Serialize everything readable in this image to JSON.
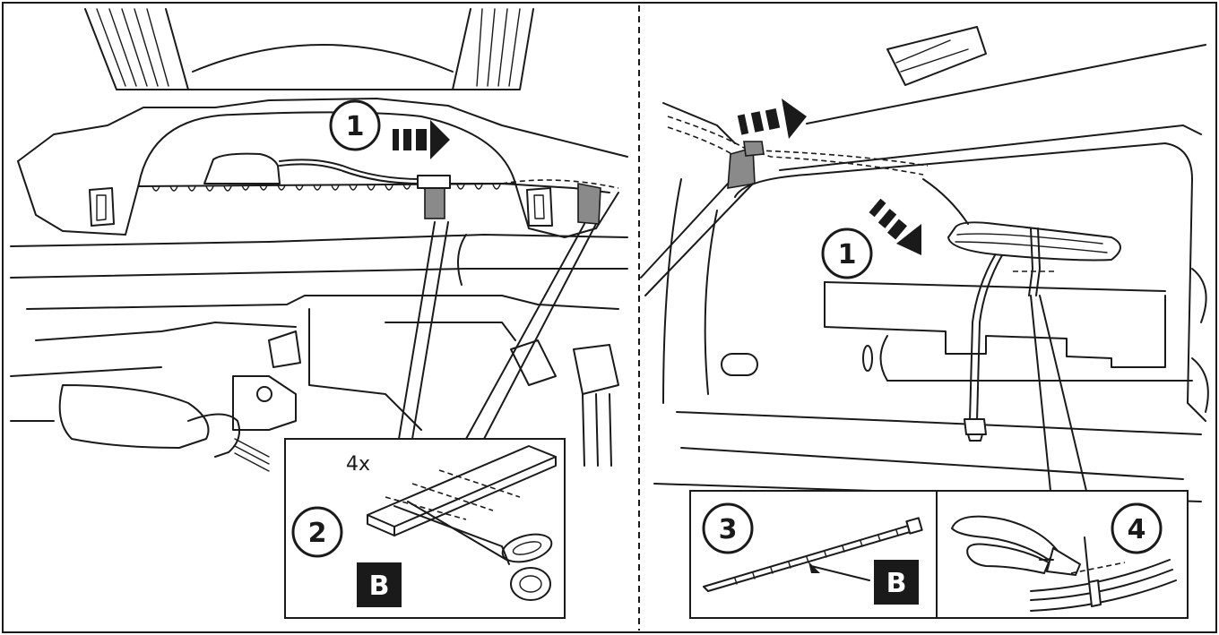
{
  "steps": {
    "left_step_1": "1",
    "left_step_2": "2",
    "right_step_1": "1",
    "right_step_3": "3",
    "right_step_4": "4"
  },
  "parts": {
    "adhesive_pad": "B",
    "cable_tie": "B"
  },
  "quantities": {
    "adhesive_pieces": "4x"
  },
  "colors": {
    "line": "#1a1a1a",
    "clip_fill": "#8a8a8a",
    "label_bg": "#1a1a1a"
  },
  "icons": [
    "motion-arrow-icon",
    "scissors-icon",
    "cable-tie-icon",
    "cutting-pliers-icon"
  ]
}
